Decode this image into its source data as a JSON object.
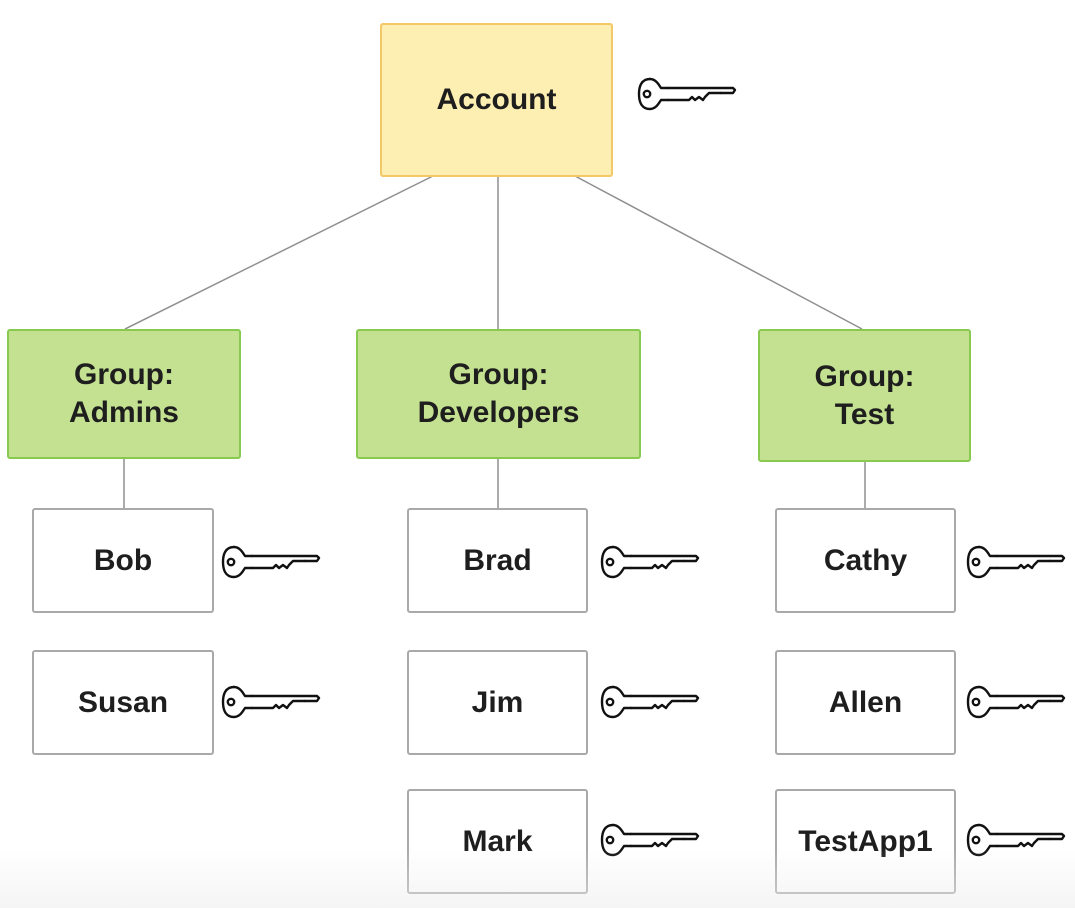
{
  "diagram": {
    "root": {
      "label": "Account",
      "has_key": true
    },
    "groups": [
      {
        "line1": "Group:",
        "line2": "Admins",
        "members": [
          {
            "label": "Bob",
            "has_key": true
          },
          {
            "label": "Susan",
            "has_key": true
          }
        ]
      },
      {
        "line1": "Group:",
        "line2": "Developers",
        "members": [
          {
            "label": "Brad",
            "has_key": true
          },
          {
            "label": "Jim",
            "has_key": true
          },
          {
            "label": "Mark",
            "has_key": true
          }
        ]
      },
      {
        "line1": "Group:",
        "line2": "Test",
        "members": [
          {
            "label": "Cathy",
            "has_key": true
          },
          {
            "label": "Allen",
            "has_key": true
          },
          {
            "label": "TestApp1",
            "has_key": true
          }
        ]
      }
    ]
  },
  "colors": {
    "account_fill": "#fcefb1",
    "account_border": "#f4c768",
    "group_fill": "#c3e190",
    "group_border": "#88c950",
    "user_border": "#a9a9a9",
    "connector": "#8f8f8f"
  },
  "icons": {
    "key": "key-icon"
  }
}
